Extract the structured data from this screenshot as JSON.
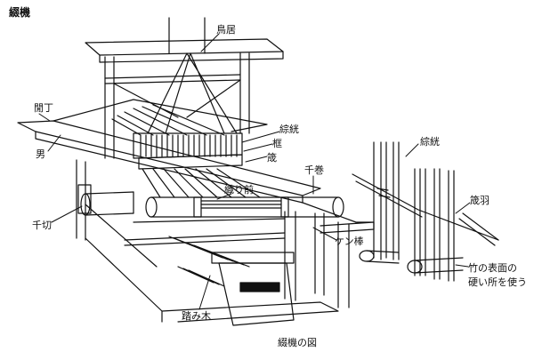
{
  "title": "綴機",
  "caption": "綴機の図",
  "labels": {
    "torii": "鳥居",
    "kenchou": "閒丁",
    "otoko": "男",
    "sohjutsu_main": "綜絖",
    "waku": "框",
    "osa_main": "筬",
    "chimaki": "千巻",
    "orimae": "織り前",
    "chikiri": "千切",
    "kenbou": "ケン棒",
    "fumiki": "踏み木",
    "sohjutsu_detail": "綜絖",
    "osaba": "筬羽",
    "note_line1": "竹の表面の",
    "note_line2": "硬い所を使う"
  }
}
